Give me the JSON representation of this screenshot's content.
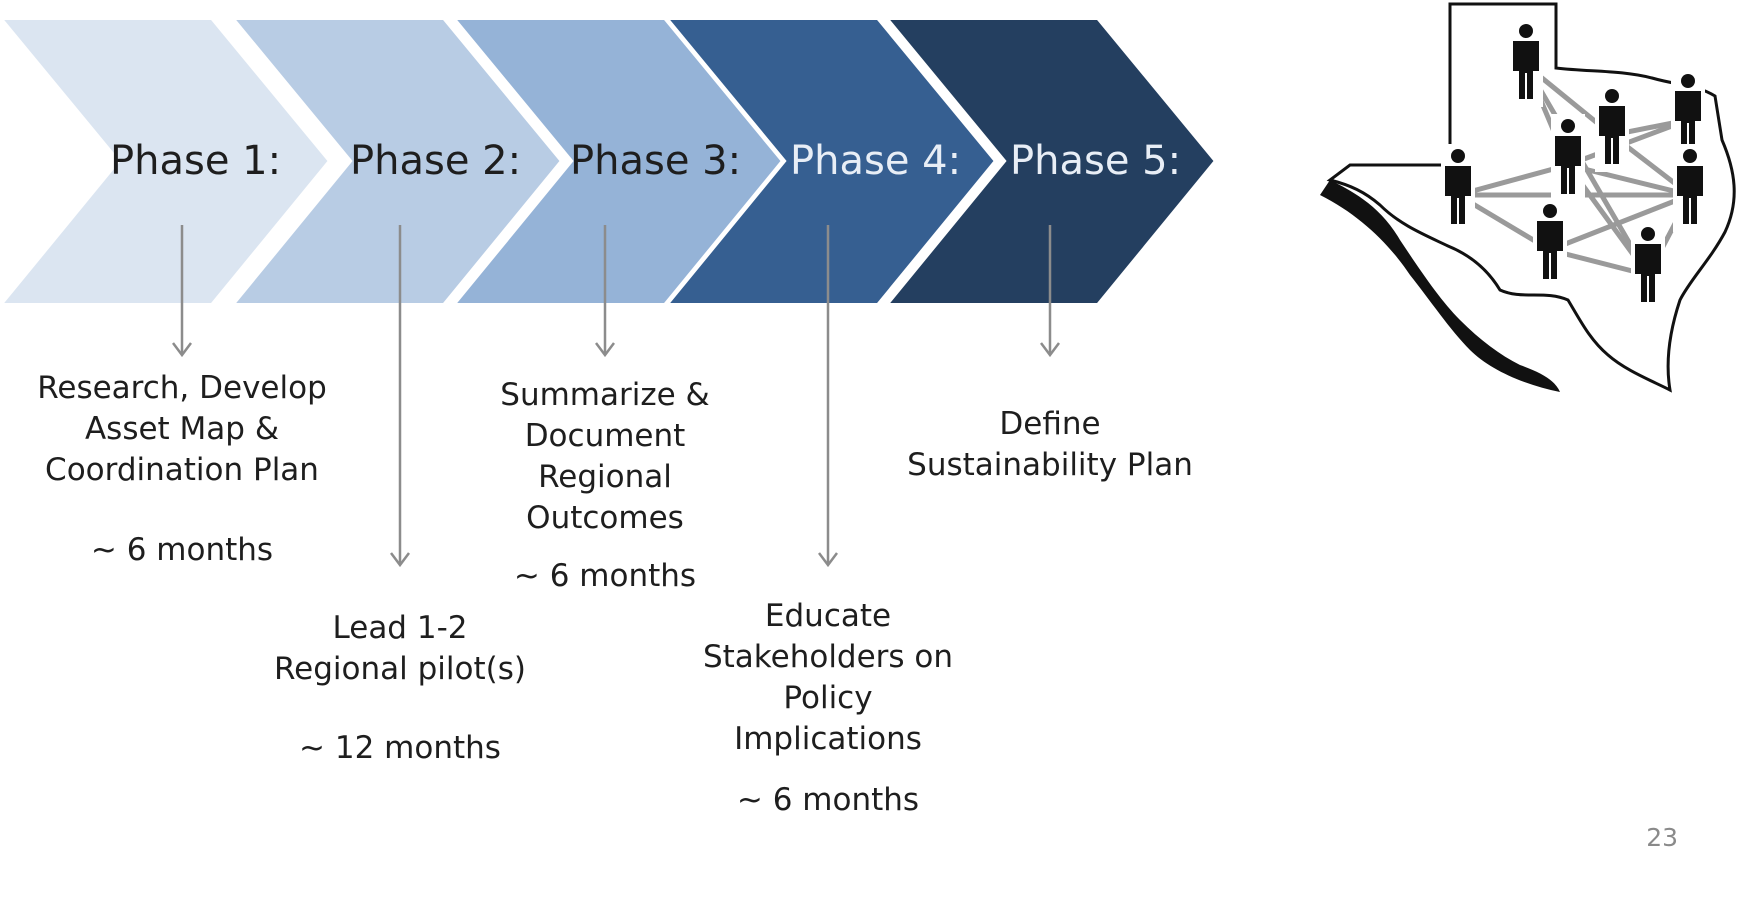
{
  "colors": {
    "phase_fills": [
      "#dbe5f1",
      "#b8cce4",
      "#95b3d7",
      "#365f91",
      "#243f60"
    ],
    "label_dark": "#1e1e1e",
    "label_light": "#e8eef6",
    "arrow_stroke": "#8c8c8c",
    "map_fill": "#ffffff",
    "map_border": "#111111",
    "network_line": "#9a9a9a",
    "person_icon": "#111111"
  },
  "phases": [
    {
      "label": "Phase 1:",
      "description": "Research, Develop\nAsset Map &\nCoordination Plan",
      "duration": "~ 6 months"
    },
    {
      "label": "Phase 2:",
      "description": "Lead 1-2\nRegional pilot(s)",
      "duration": "~ 12 months"
    },
    {
      "label": "Phase 3:",
      "description": "Summarize &\nDocument\nRegional\nOutcomes",
      "duration": "~ 6 months"
    },
    {
      "label": "Phase 4:",
      "description": "Educate\nStakeholders on\nPolicy\nImplications",
      "duration": "~ 6 months"
    },
    {
      "label": "Phase 5:",
      "description": "Define\nSustainability Plan",
      "duration": ""
    }
  ],
  "map": {
    "icon": "texas-map-network",
    "person_icon": "person-icon"
  },
  "page_number": "23"
}
